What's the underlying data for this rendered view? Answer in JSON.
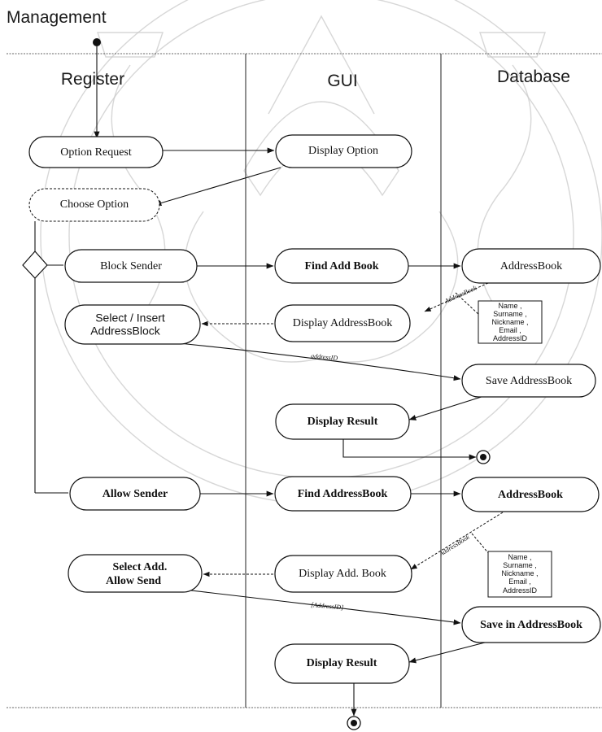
{
  "title": "Management",
  "lanes": [
    {
      "id": "register",
      "title": "Register"
    },
    {
      "id": "gui",
      "title": "GUI"
    },
    {
      "id": "database",
      "title": "Database"
    }
  ],
  "nodes": {
    "option_request": "Option Request",
    "choose_option": "Choose Option",
    "display_option": "Display Option",
    "block_sender": "Block Sender",
    "find_add_book": "Find Add Book",
    "addressbook_1": "AddressBook",
    "select_insert_line1": "Select / Insert",
    "select_insert_line2": "AddressBlock",
    "display_addressbook": "Display AddressBook",
    "save_addressbook": "Save AddressBook",
    "display_result_1": "Display Result",
    "allow_sender": "Allow Sender",
    "find_addressbook": "Find AddressBook",
    "addressbook_2": "AddressBook",
    "select_add_line1": "Select Add.",
    "select_add_line2": "Allow Send",
    "display_add_book": "Display Add. Book",
    "save_in_addressbook": "Save in AddressBook",
    "display_result_2": "Display Result"
  },
  "notes": {
    "note_1": [
      "Name ,",
      "Surname ,",
      "Nickname ,",
      "Email ,",
      "AddressID"
    ],
    "note_2": [
      "Name ,",
      "Surname ,",
      "Nickname ,",
      "Email ,",
      "AddressID"
    ]
  },
  "flow_labels": {
    "addressbook_1": "AddressBook",
    "addressid_1": "addressID",
    "addressbook_2": "AddressBook",
    "addressid_2": "[AddressID]"
  }
}
